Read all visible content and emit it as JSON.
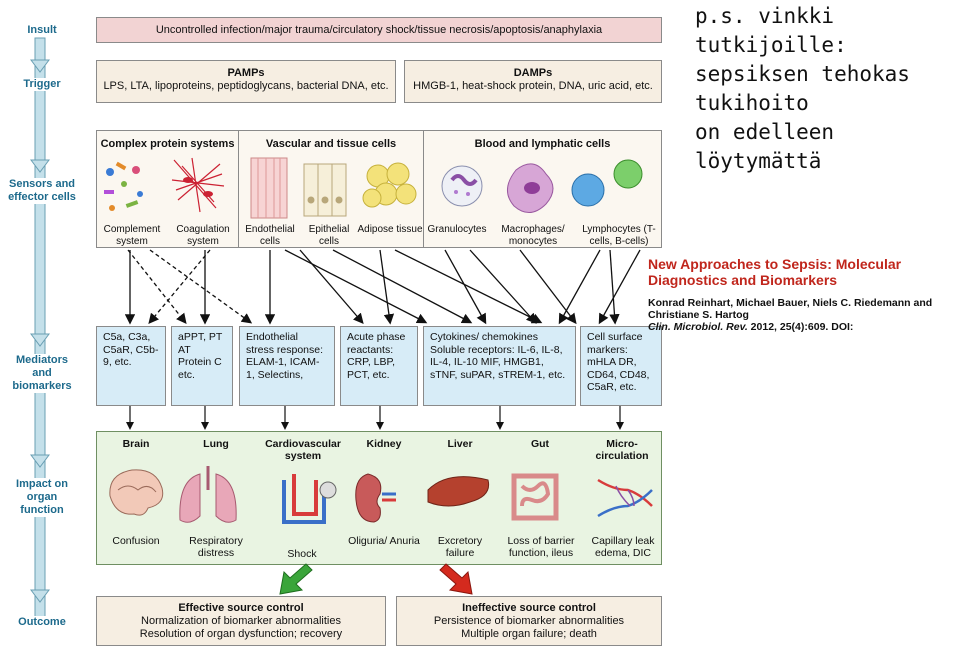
{
  "stages": [
    "Insult",
    "Trigger",
    "Sensors and effector cells",
    "Mediators and biomarkers",
    "Impact on organ function",
    "Outcome"
  ],
  "insult": "Uncontrolled infection/major trauma/circulatory shock/tissue necrosis/apoptosis/anaphylaxia",
  "pamps": {
    "title": "PAMPs",
    "text": "LPS, LTA, lipoproteins, peptidoglycans, bacterial DNA, etc."
  },
  "damps": {
    "title": "DAMPs",
    "text": "HMGB-1, heat-shock protein, DNA, uric acid, etc."
  },
  "sensors": {
    "groups": [
      "Complex protein systems",
      "Vascular and tissue cells",
      "Blood and lymphatic cells"
    ],
    "items": [
      "Complement system",
      "Coagulation system",
      "Endothelial cells",
      "Epithelial cells",
      "Adipose tissue",
      "Granulocytes",
      "Macrophages/ monocytes",
      "Lymphocytes (T-cells, B-cells)"
    ]
  },
  "mediators": [
    "C5a, C3a, C5aR, C5b-9, etc.",
    "aPPT, PT AT Protein C etc.",
    "Endothelial stress response: ELAM-1, ICAM-1, Selectins,",
    "Acute phase reactants: CRP, LBP, PCT, etc.",
    "Cytokines/ chemokines Soluble receptors: IL-6, IL-8, IL-4, IL-10 MIF, HMGB1, sTNF, suPAR, sTREM-1, etc.",
    "Cell surface markers: mHLA DR, CD64, CD48, C5aR, etc."
  ],
  "organs": [
    {
      "name": "Brain",
      "effect": "Confusion"
    },
    {
      "name": "Lung",
      "effect": "Respiratory distress"
    },
    {
      "name": "Cardiovascular system",
      "effect": "Shock"
    },
    {
      "name": "Kidney",
      "effect": "Oliguria/ Anuria"
    },
    {
      "name": "Liver",
      "effect": "Excretory failure"
    },
    {
      "name": "Gut",
      "effect": "Loss of barrier function, ileus"
    },
    {
      "name": "Micro- circulation",
      "effect": "Capillary leak edema, DIC"
    }
  ],
  "outcomes": [
    {
      "title": "Effective source control",
      "l1": "Normalization of biomarker abnormalities",
      "l2": "Resolution of organ dysfunction; recovery"
    },
    {
      "title": "Ineffective source control",
      "l1": "Persistence of biomarker abnormalities",
      "l2": "Multiple organ failure; death"
    }
  ],
  "note": "p.s. vinkki\ntutkijoille:\nsepsiksen tehokas\ntukihoito\non edelleen\nlöytymättä",
  "reference": {
    "title": "New Approaches to Sepsis: Molecular Diagnostics and Biomarkers",
    "authors": "Konrad Reinhart, Michael Bauer, Niels C. Riedemann and Christiane S. Hartog",
    "journal": "Clin. Microbiol. Rev.",
    "citation": " 2012, 25(4):609. DOI:"
  },
  "colors": {
    "stage": "#1d6a8c",
    "insult": "#f2d3d3",
    "trigger": "#f6eee2",
    "mediator": "#d7ecf7",
    "organ": "#e9f4e2",
    "good": "#3aa53a",
    "bad": "#d42a1e",
    "refTitle": "#c0261c"
  }
}
